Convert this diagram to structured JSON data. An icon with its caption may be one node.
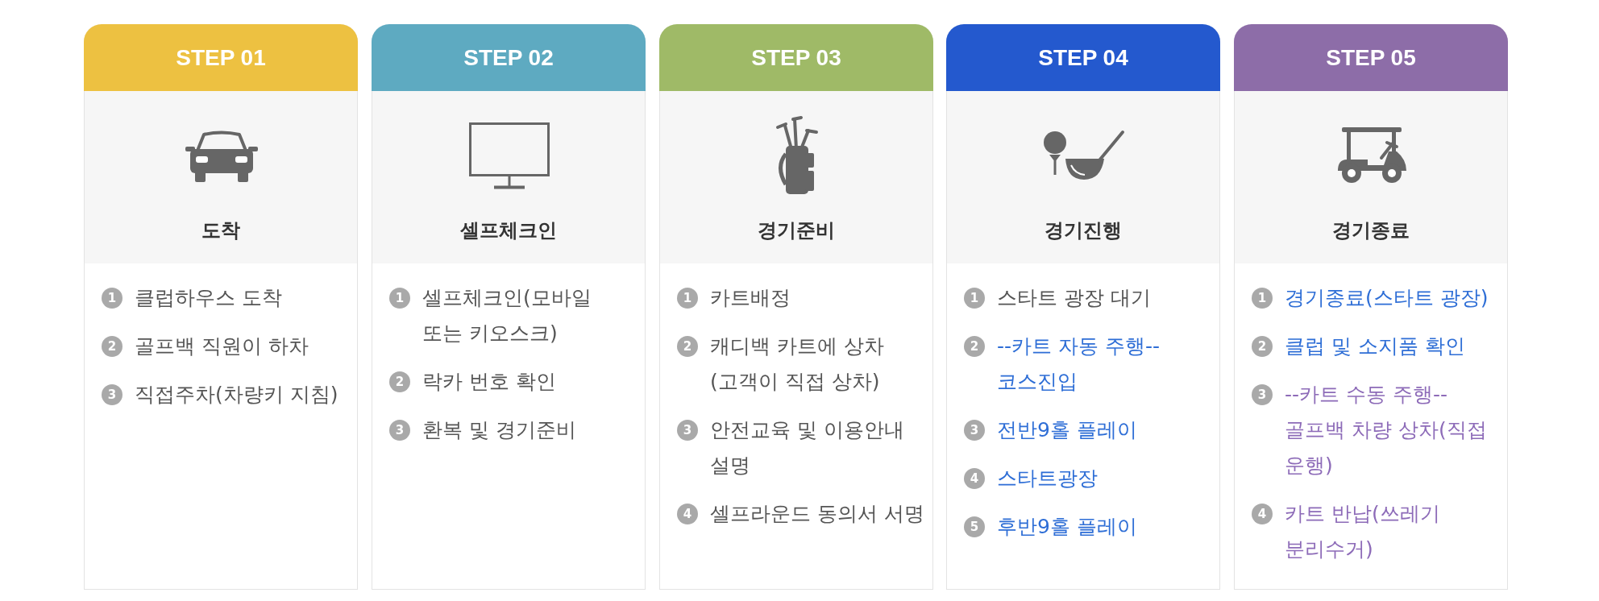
{
  "diagram": {
    "nodes": [
      {
        "text": [
          "STEP 01",
          "도착"
        ]
      },
      {
        "text": [
          "1"
        ],
        "in": 0,
        "beside": [
          "클럽하우스 도착"
        ]
      },
      {
        "text": [
          "2"
        ],
        "in": 0,
        "beside": [
          "골프백 직원이 하차"
        ]
      },
      {
        "text": [
          "3"
        ],
        "in": 0,
        "beside": [
          "직접주차(차량키 지침)"
        ]
      },
      {
        "text": [
          "STEP 02",
          "셀프체크인"
        ]
      },
      {
        "text": [
          "1"
        ],
        "in": 4,
        "beside": [
          "셀프체크인(모바일 또는 키오스크)"
        ]
      },
      {
        "text": [
          "2"
        ],
        "in": 4,
        "beside": [
          "락카 번호 확인"
        ]
      },
      {
        "text": [
          "3"
        ],
        "in": 4,
        "beside": [
          "환복 및 경기준비"
        ]
      },
      {
        "text": [
          "STEP 03",
          "경기준비"
        ]
      },
      {
        "text": [
          "1"
        ],
        "in": 8,
        "beside": [
          "카트배정"
        ]
      },
      {
        "text": [
          "2"
        ],
        "in": 8,
        "beside": [
          "캐디백 카트에 상차 (고객이 직접 상차)"
        ]
      },
      {
        "text": [
          "3"
        ],
        "in": 8,
        "beside": [
          "안전교육 및 이용안내 설명"
        ]
      },
      {
        "text": [
          "4"
        ],
        "in": 8,
        "beside": [
          "셀프라운드 동의서 서명"
        ]
      },
      {
        "text": [
          "STEP 04",
          "경기진행"
        ]
      },
      {
        "text": [
          "1"
        ],
        "in": 13,
        "beside": [
          "스타트 광장 대기"
        ]
      },
      {
        "text": [
          "2"
        ],
        "in": 13,
        "beside": [
          "--카트 자동 주행-- 코스진입"
        ]
      },
      {
        "text": [
          "3"
        ],
        "in": 13,
        "beside": [
          "전반9홀 플레이"
        ]
      },
      {
        "text": [
          "4"
        ],
        "in": 13,
        "beside": [
          "스타트광장"
        ]
      },
      {
        "text": [
          "5"
        ],
        "in": 13,
        "beside": [
          "후반9홀 플레이"
        ]
      },
      {
        "text": [
          "STEP 05",
          "경기종료"
        ]
      },
      {
        "text": [
          "1"
        ],
        "in": 19,
        "beside": [
          "경기종료(스타트 광장)"
        ]
      },
      {
        "text": [
          "2"
        ],
        "in": 19,
        "beside": [
          "클럽 및 소지품 확인"
        ]
      },
      {
        "text": [
          "3"
        ],
        "in": 19,
        "beside": [
          "--카트 수동 주행-- 골프백 차량 상차(직접 운행)"
        ]
      },
      {
        "text": [
          "4"
        ],
        "in": 19,
        "beside": [
          "카트 반납(쓰레기 분리수거)"
        ]
      }
    ]
  }
}
